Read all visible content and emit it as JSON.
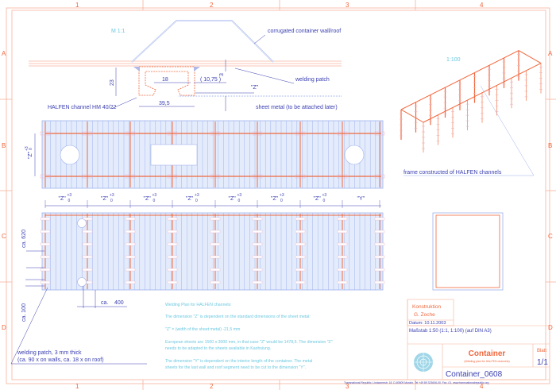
{
  "frame": {
    "columns": [
      "1",
      "2",
      "3",
      "4"
    ],
    "rows": [
      "A",
      "B",
      "C",
      "D"
    ]
  },
  "section": {
    "scale": "M 1:1",
    "wall_label": "corrugated container wall/roof",
    "patch_label": "welding patch",
    "sheet_label": "sheet metal (to be attached later)",
    "channel_label": "HALFEN channel HM 40/22",
    "dim_height": "23",
    "dim_inner": "18",
    "dim_gap": "( 10,75 )",
    "dim_thickness": "3",
    "dim_z": "\"Z\"",
    "dim_width": "39,5"
  },
  "iso": {
    "scale": "1:100",
    "frame_label": "frame constructed of HALFEN channels"
  },
  "plan": {
    "z_label": "\"Z\"",
    "tol_upper": "+3",
    "tol_lower": "0",
    "y_label": "\"Y\"",
    "segments": [
      "\"Z\"",
      "\"Z\"",
      "\"Z\"",
      "\"Z\"",
      "\"Z\"",
      "\"Z\"",
      "\"Z\""
    ]
  },
  "elevation": {
    "dim_620": "ca.  620",
    "dim_100": "ca.  100",
    "dim_400_prefix": "ca.",
    "dim_400": "400",
    "patch_note": [
      "welding patch, 3 mm thick",
      "(ca. 90 x on walls, ca. 18 x on roof)"
    ]
  },
  "notes": [
    "Welding Plan for HALFEN channels:",
    "The dimension \"Z\" is dependent on the standard dimensions of the sheet metal:",
    "\"Z\" = (width of the sheet metal) -21,5 mm",
    "European sheets are 1500 x 3000 mm, in that case \"Z\" would be 1478,5. The dimension \"Z\"",
    "needs to be adapted to the sheets available in Kaohsiung.",
    "The dimension \"Y\" is dependent on the interior length of the container. The metal",
    "sheets for the last wall and roof segment need to be cut to the dimension \"Y\"."
  ],
  "title_block": {
    "construction_label": "Konstruktion",
    "author": "G. Zoche",
    "date": "Datum: 10.11.2003",
    "scale": "Maßstab 1:50 (1:1, 1:100) (auf DIN A3)",
    "title": "Container",
    "subtitle": "(Welding plan for HALFEN channels)",
    "sheet_label": "Blatt",
    "sheet": "1/1",
    "drawing_number": "Container_0608",
    "footer": "Transnational Republic, Lindwurmstr. 18, D-80509 Munich, Tel +49 89 323606-00, Fax -01, www.transnationalrepublic.org"
  },
  "colors": {
    "frame": "#f0673d",
    "lines": "#3a3fb0",
    "sheet": "#dbe6fb",
    "channel": "#f0673d",
    "note": "#6cc8e0"
  }
}
